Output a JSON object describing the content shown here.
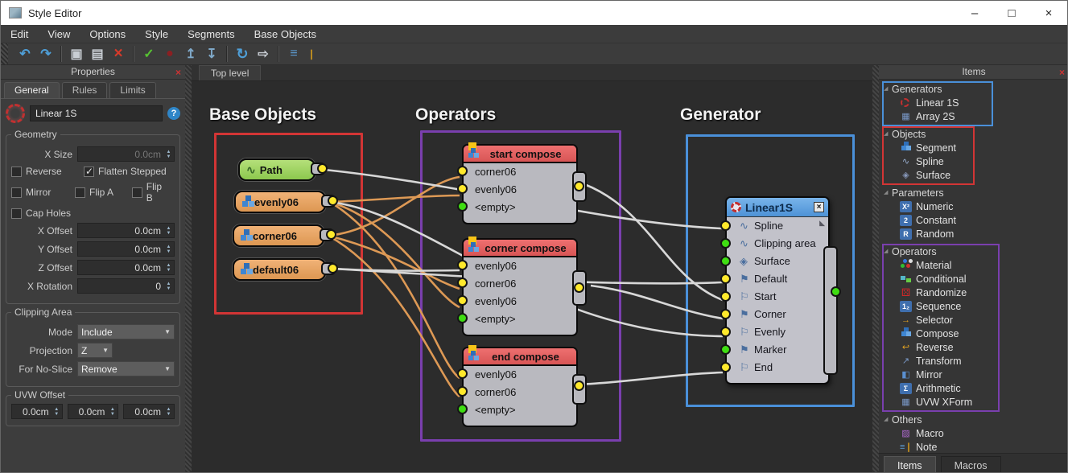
{
  "window": {
    "title": "Style Editor",
    "minimize": "–",
    "maximize": "□",
    "close": "×"
  },
  "menu": {
    "items": [
      "Edit",
      "View",
      "Options",
      "Style",
      "Segments",
      "Base Objects"
    ]
  },
  "toolbar": {
    "undo": "↶",
    "redo": "↷",
    "copy": "▣",
    "paste": "▤",
    "delete": "×",
    "check": "✓",
    "stop": "●",
    "import": "↥",
    "export": "↧",
    "refresh": "↻",
    "send": "⇨",
    "note": "≡",
    "pen": "❘"
  },
  "properties_panel": {
    "title": "Properties",
    "close": "×",
    "tabs": [
      "General",
      "Rules",
      "Limits"
    ],
    "generator_name": "Linear 1S",
    "help": "?",
    "geometry": {
      "legend": "Geometry",
      "x_size_label": "X Size",
      "x_size_value": "0.0cm",
      "cb_reverse": "Reverse",
      "cb_flatten": "Flatten Stepped",
      "cb_mirror": "Mirror",
      "cb_flipa": "Flip A",
      "cb_flipb": "Flip B",
      "cb_capholes": "Cap Holes",
      "x_offset_label": "X Offset",
      "x_offset_value": "0.0cm",
      "y_offset_label": "Y Offset",
      "y_offset_value": "0.0cm",
      "z_offset_label": "Z Offset",
      "z_offset_value": "0.0cm",
      "x_rotation_label": "X Rotation",
      "x_rotation_value": "0"
    },
    "clipping": {
      "legend": "Clipping Area",
      "mode_label": "Mode",
      "mode_value": "Include",
      "projection_label": "Projection",
      "projection_value": "Z",
      "noslice_label": "For No-Slice",
      "noslice_value": "Remove"
    },
    "uvw": {
      "legend": "UVW Offset",
      "v1": "0.0cm",
      "v2": "0.0cm",
      "v3": "0.0cm"
    }
  },
  "canvas": {
    "tab": "Top level",
    "headings": {
      "base": "Base Objects",
      "operators": "Operators",
      "generator": "Generator"
    },
    "base_nodes": [
      {
        "label": "Path"
      },
      {
        "label": "evenly06"
      },
      {
        "label": "corner06"
      },
      {
        "label": "default06"
      }
    ],
    "compose_nodes": [
      {
        "title": "start compose",
        "inputs": [
          "corner06",
          "evenly06",
          "<empty>"
        ]
      },
      {
        "title": "corner compose",
        "inputs": [
          "evenly06",
          "corner06",
          "evenly06",
          "<empty>"
        ]
      },
      {
        "title": "end compose",
        "inputs": [
          "evenly06",
          "corner06",
          "<empty>"
        ]
      }
    ],
    "generator_node": {
      "title": "Linear1S",
      "close": "×",
      "inputs": [
        "Spline",
        "Clipping area",
        "Surface",
        "Default",
        "Start",
        "Corner",
        "Evenly",
        "Marker",
        "End"
      ]
    }
  },
  "items_panel": {
    "title": "Items",
    "close": "×",
    "groups": [
      {
        "label": "Generators",
        "items": [
          "Linear 1S",
          "Array 2S"
        ]
      },
      {
        "label": "Objects",
        "items": [
          "Segment",
          "Spline",
          "Surface"
        ]
      },
      {
        "label": "Parameters",
        "items": [
          "Numeric",
          "Constant",
          "Random"
        ]
      },
      {
        "label": "Operators",
        "items": [
          "Material",
          "Conditional",
          "Randomize",
          "Sequence",
          "Selector",
          "Compose",
          "Reverse",
          "Transform",
          "Mirror",
          "Arithmetic",
          "UVW XForm"
        ]
      },
      {
        "label": "Others",
        "items": [
          "Macro",
          "Note"
        ]
      }
    ],
    "tabs": [
      "Items",
      "Macros"
    ]
  },
  "colors": {
    "group_base": "#d23535",
    "group_operators": "#7a3fae",
    "group_generator": "#4a90d9",
    "wire_white": "#d8d8d8",
    "wire_orange": "#dd9955",
    "port_connected": "#ffe92c",
    "port_empty": "#3fdd12"
  }
}
